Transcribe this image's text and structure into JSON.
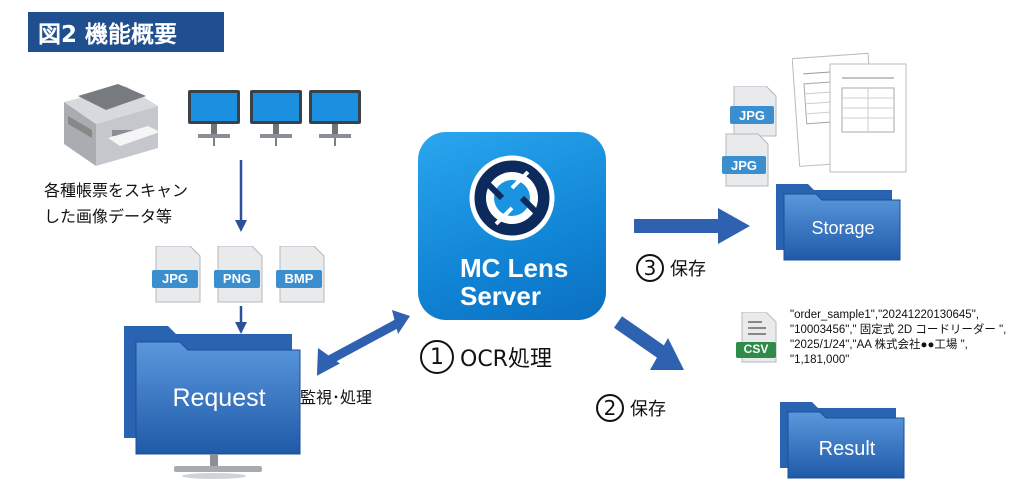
{
  "title": "図2 機能概要",
  "scan_caption": [
    "各種帳票をスキャン",
    "した画像データ等"
  ],
  "input_formats": [
    "JPG",
    "PNG",
    "BMP"
  ],
  "folders": {
    "request": "Request",
    "storage": "Storage",
    "result": "Result"
  },
  "server": {
    "line1": "MC Lens",
    "line2": "Server"
  },
  "edge_monitor_label": "監視･処理",
  "steps": {
    "ocr": {
      "number": "1",
      "label": "OCR処理"
    },
    "save_result": {
      "number": "2",
      "label": "保存"
    },
    "save_storage": {
      "number": "3",
      "label": "保存"
    }
  },
  "storage_files": [
    "JPG",
    "JPG"
  ],
  "csv": {
    "icon_label": "CSV",
    "lines": [
      "\"order_sample1\",\"20241220130645\",",
      "\"10003456\",\" 固定式 2D コードリーダー \",",
      "\"2025/1/24\",\"AA 株式会社●●工場 \",",
      "\"1,181,000\""
    ]
  },
  "colors": {
    "title_bg": "#1f4f8f",
    "server_bg": "#1a93e0",
    "arrow": "#2e62b0",
    "folder": "#2d6fc0",
    "file_tile": "#3c8fcf"
  }
}
